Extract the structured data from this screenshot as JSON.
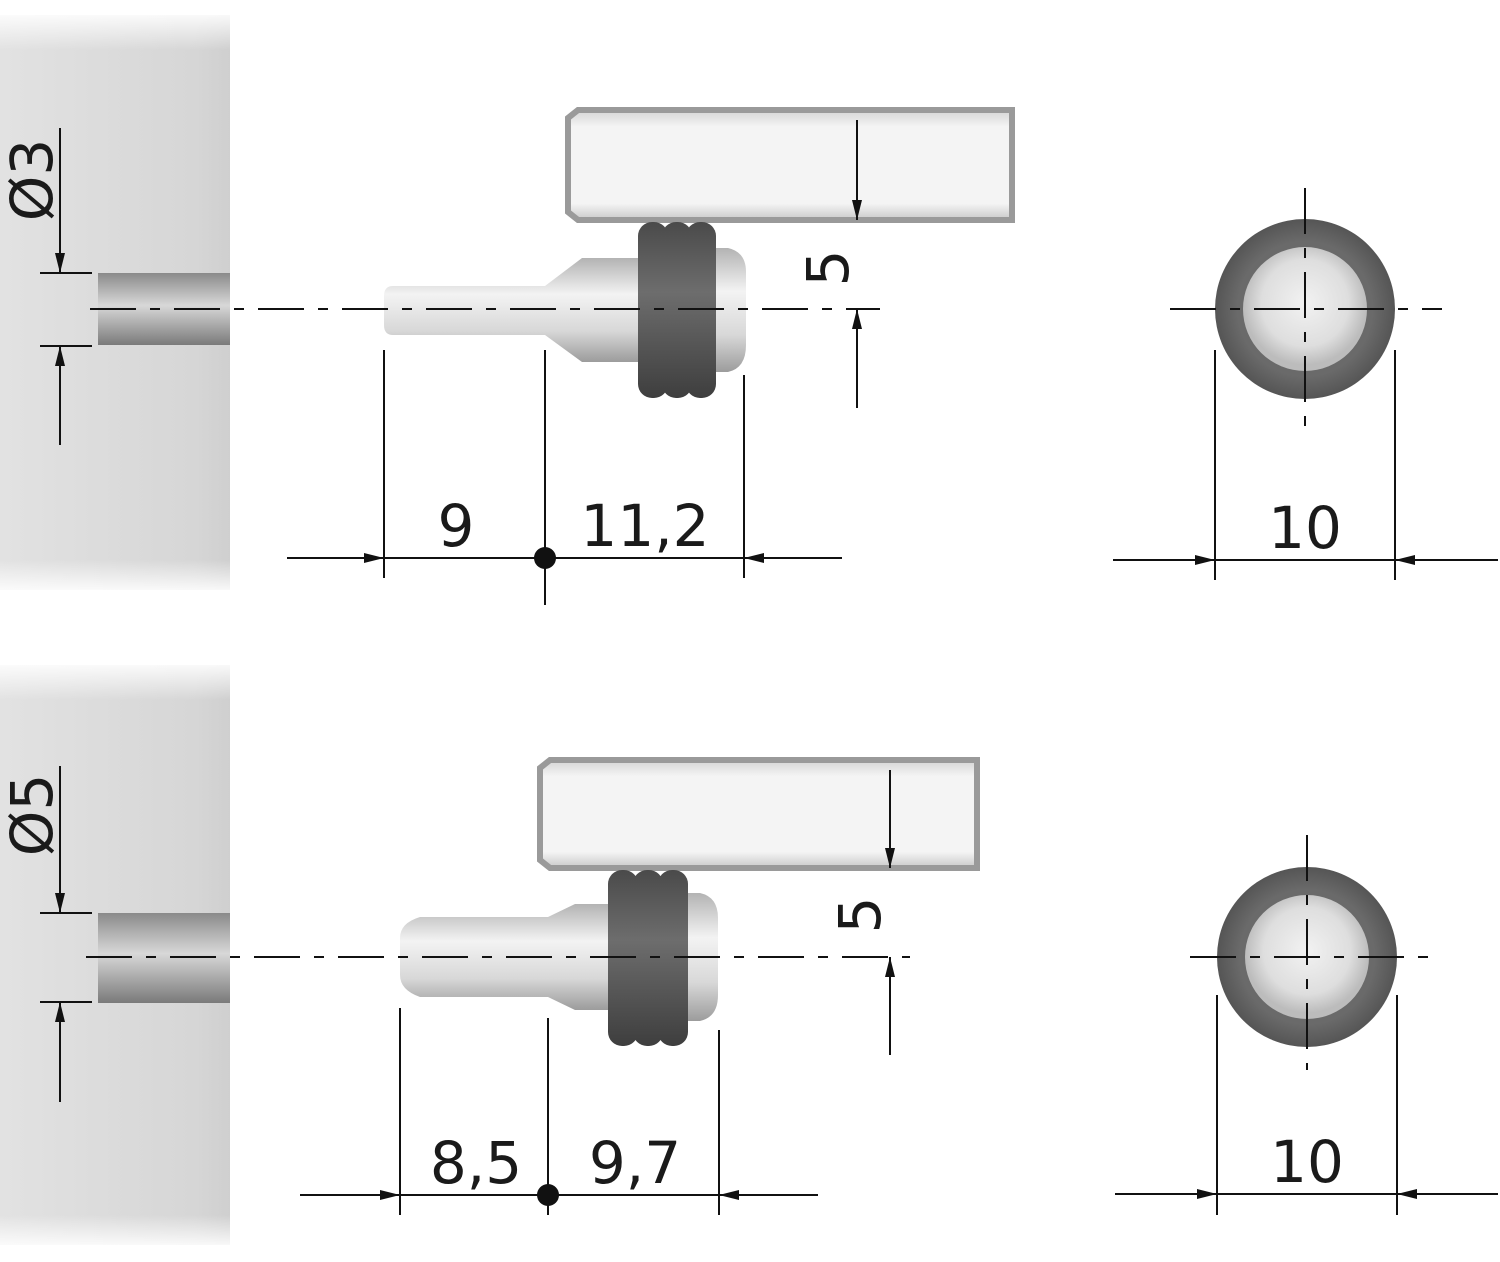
{
  "drawings": [
    {
      "id": "top",
      "hole_diameter_label": "Ø3",
      "height_label": "5",
      "shank_length_label": "9",
      "head_length_label": "11,2",
      "end_view_diameter_label": "10"
    },
    {
      "id": "bottom",
      "hole_diameter_label": "Ø5",
      "height_label": "5",
      "shank_length_label": "8,5",
      "head_length_label": "9,7",
      "end_view_diameter_label": "10"
    }
  ],
  "colors": {
    "wall": "#d9d9d9",
    "rubber": "#5a5a5a",
    "metal": "#c9c9c9",
    "shelf": "#f0f0f0",
    "line": "#111111"
  }
}
